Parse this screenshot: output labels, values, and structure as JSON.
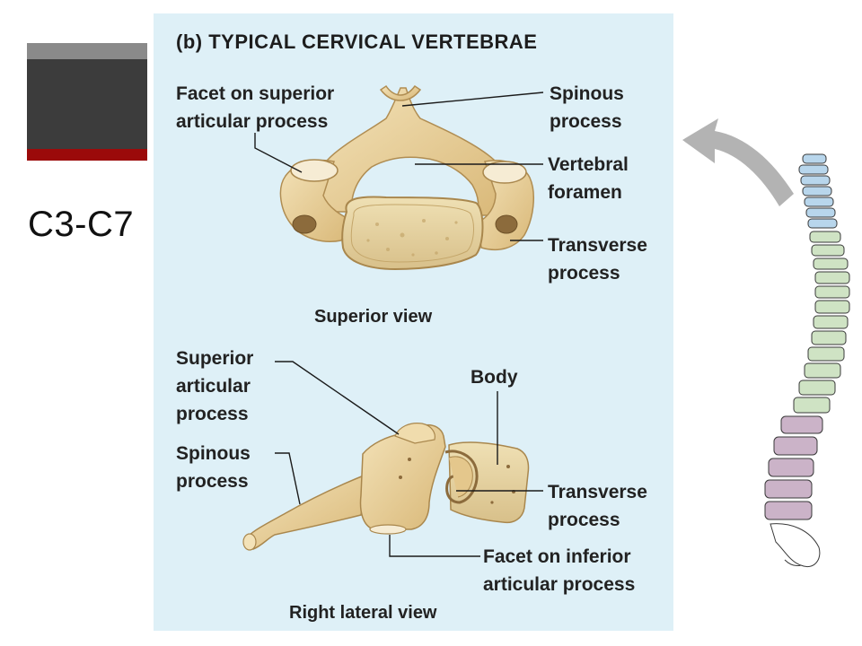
{
  "slide": {
    "label": "C3-C7"
  },
  "figure": {
    "title": "(b) TYPICAL CERVICAL VERTEBRAE",
    "superior_view": {
      "caption": "Superior view",
      "labels": {
        "facet_superior": "Facet on superior\narticular process",
        "spinous": "Spinous\nprocess",
        "foramen": "Vertebral\nforamen",
        "transverse": "Transverse\nprocess"
      }
    },
    "lateral_view": {
      "caption": "Right lateral view",
      "labels": {
        "superior_articular": "Superior\narticular\nprocess",
        "body": "Body",
        "spinous": "Spinous\nprocess",
        "transverse": "Transverse\nprocess",
        "facet_inferior": "Facet on inferior\narticular process"
      }
    }
  },
  "colors": {
    "panel": "#def0f7",
    "bone": "#e9cf9a",
    "cervical": "#b8d6ec",
    "thoracic": "#cfe3c4",
    "lumbar": "#cbb3c8",
    "accent_red": "#9b0a0a"
  }
}
